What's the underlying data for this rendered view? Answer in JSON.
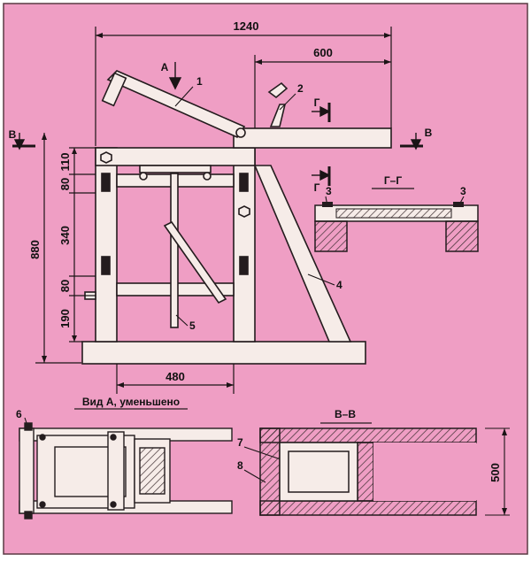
{
  "colors": {
    "background": "#ef9ec4",
    "frame": "#f6ece8",
    "outline": "#241c1e",
    "hatch": "#3a2c2e",
    "dimension": "#1b1416"
  },
  "dimensions": {
    "overall_length": "1240",
    "table_length": "600",
    "height_total": "880",
    "seg_top": "110",
    "seg_2": "80",
    "seg_3": "340",
    "seg_4": "80",
    "seg_bottom": "190",
    "base_width": "480",
    "view_width": "500"
  },
  "callouts": {
    "c1": "1",
    "c2": "2",
    "c3a": "3",
    "c3b": "3",
    "c4": "4",
    "c5": "5",
    "c6": "6",
    "c7": "7",
    "c8": "8"
  },
  "section_marks": {
    "arrow_a": "А",
    "v_left": "В",
    "v_right": "В",
    "g_top": "Г",
    "g_bottom": "Г"
  },
  "view_titles": {
    "section_gg": "Г–Г",
    "view_a": "Вид А, уменьшено",
    "section_vv": "В–В"
  }
}
